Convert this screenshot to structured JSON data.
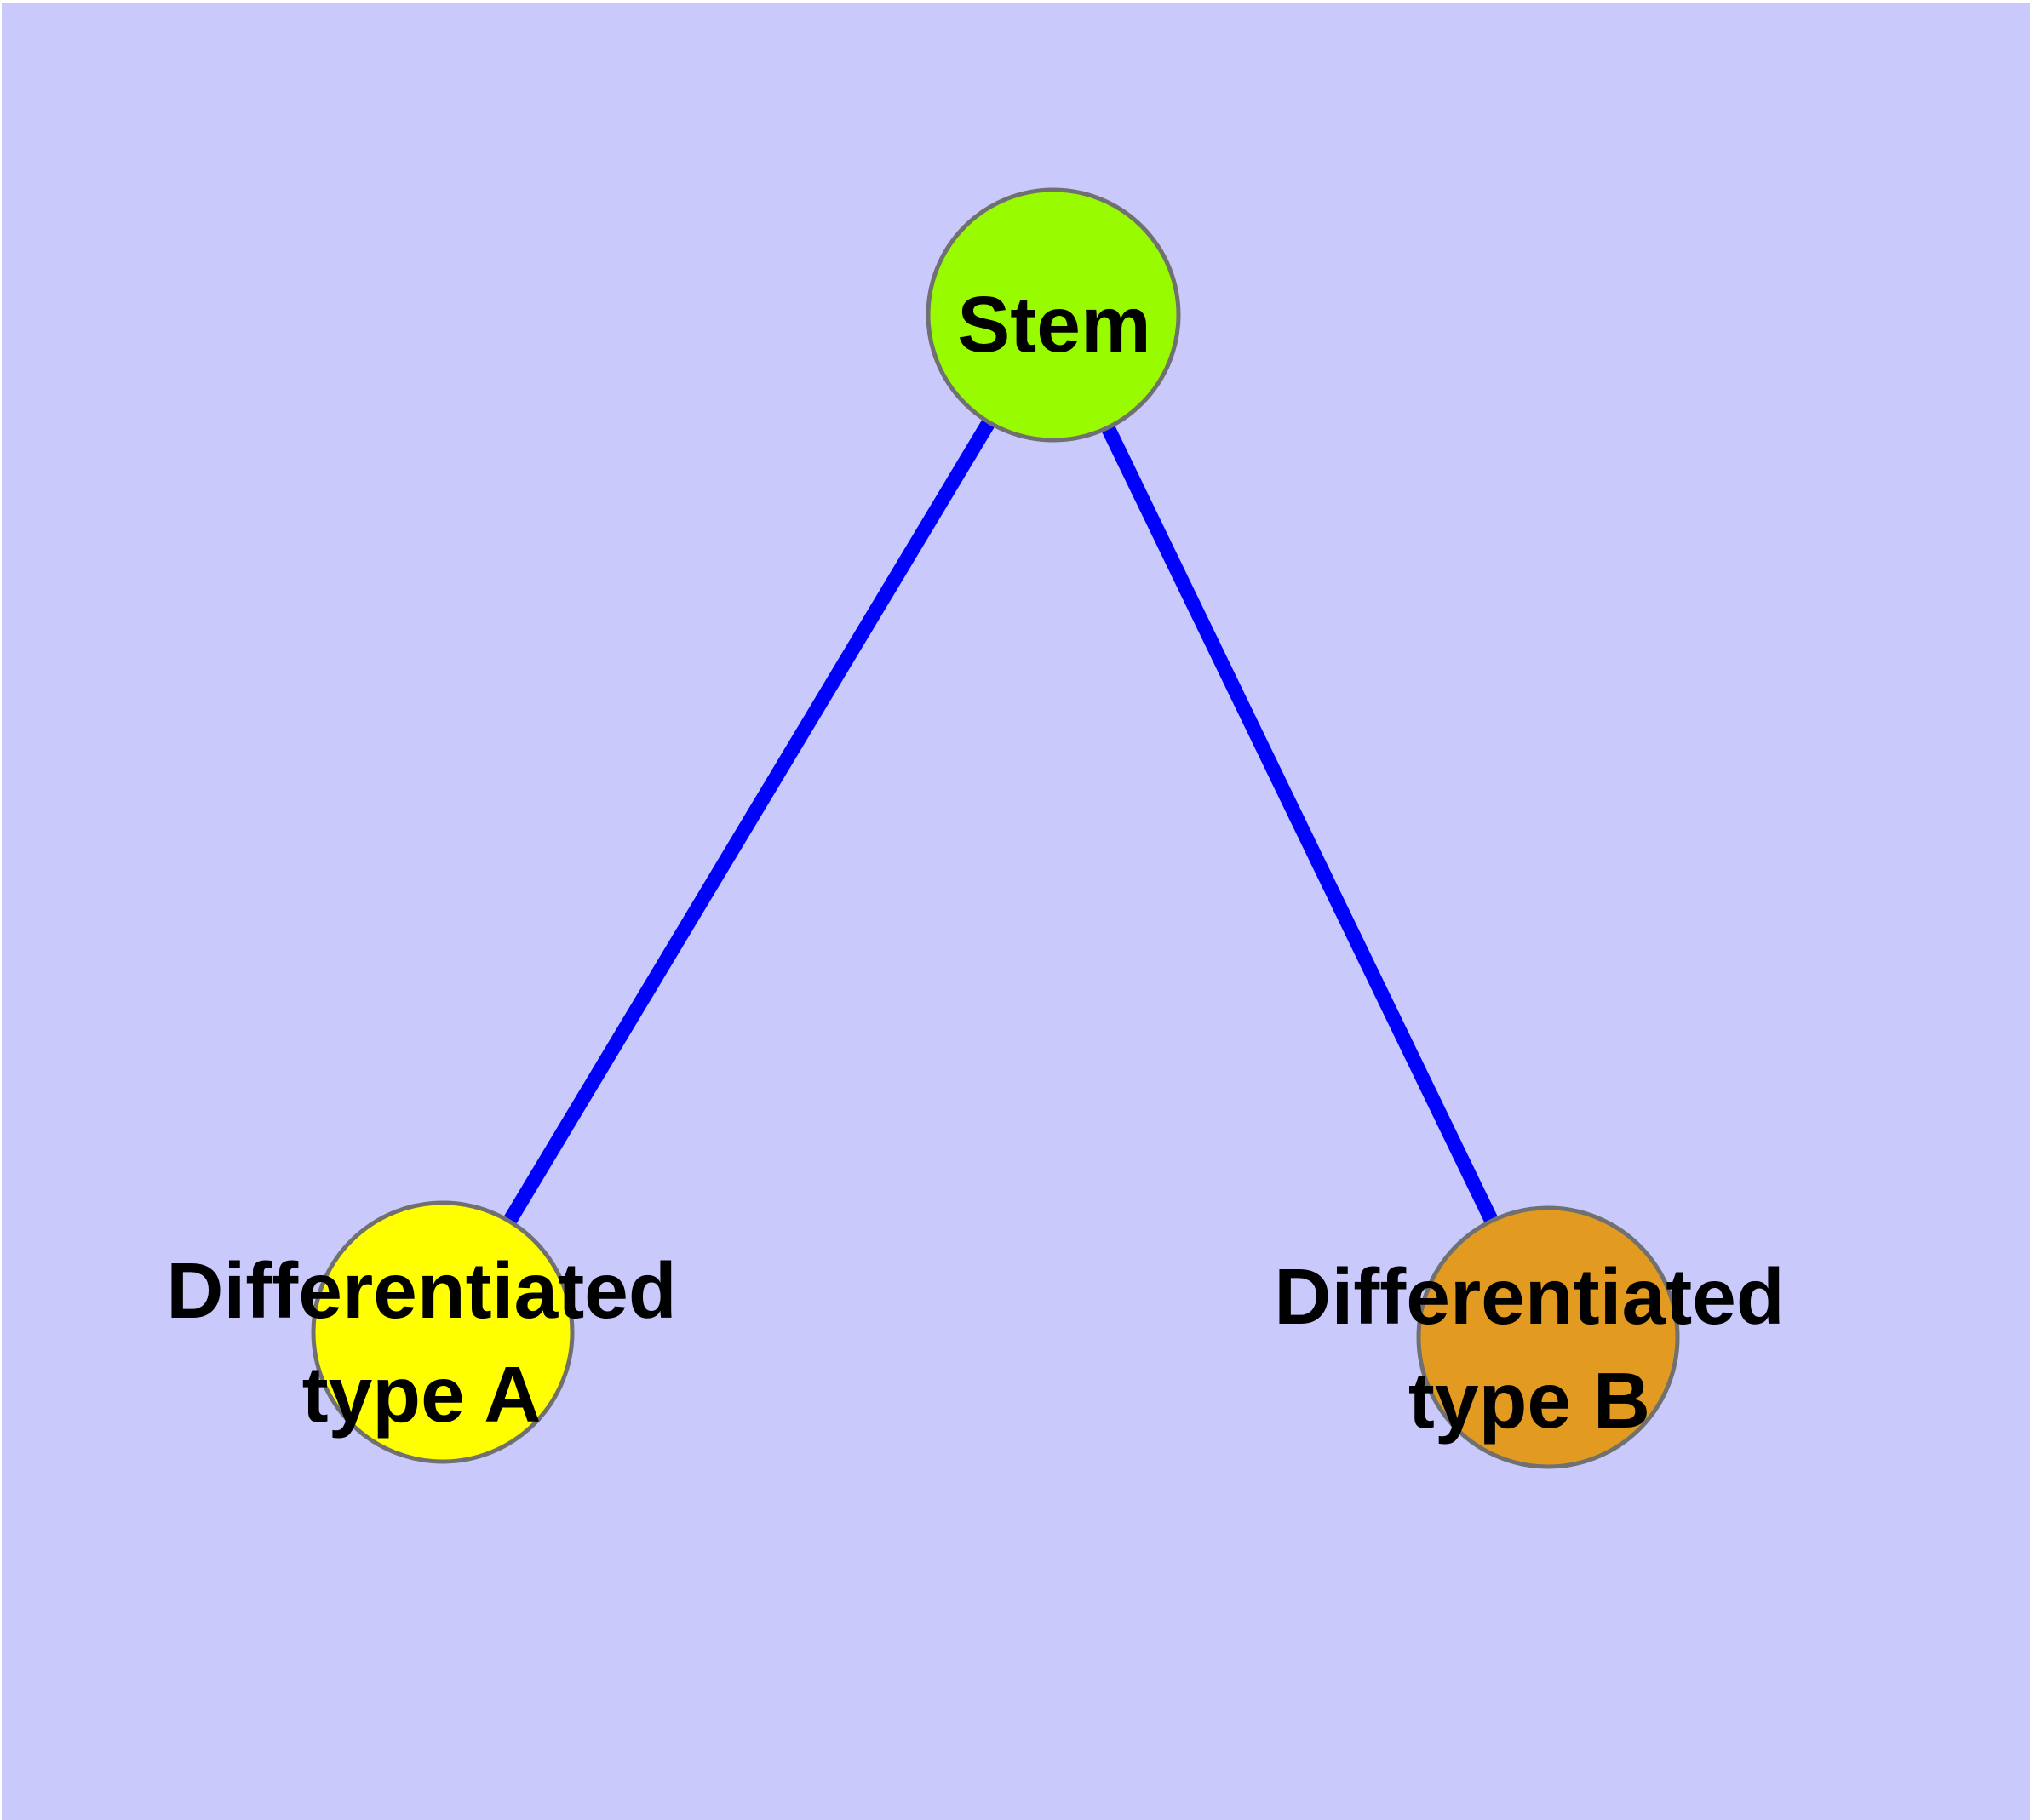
{
  "diagram": {
    "type": "node-link-graph",
    "nodes": {
      "stem": {
        "label": "Stem",
        "fill": "#98FB00",
        "shape": "circle"
      },
      "type_a": {
        "label_line1": "Differentiated",
        "label_line2": "type A",
        "fill": "#FFFF00",
        "shape": "circle"
      },
      "type_b": {
        "label_line1": "Differentiated",
        "label_line2": "type B",
        "fill": "#E29B20",
        "shape": "circle"
      }
    },
    "edges": [
      {
        "from": "Stem",
        "to": "Differentiated type A"
      },
      {
        "from": "Stem",
        "to": "Differentiated type B"
      }
    ],
    "colors": {
      "background": "#C9C9FC",
      "page_margin": "#FFFFFF",
      "edge": "#0000FF",
      "node_border": "#707070",
      "label": "#000000"
    }
  }
}
